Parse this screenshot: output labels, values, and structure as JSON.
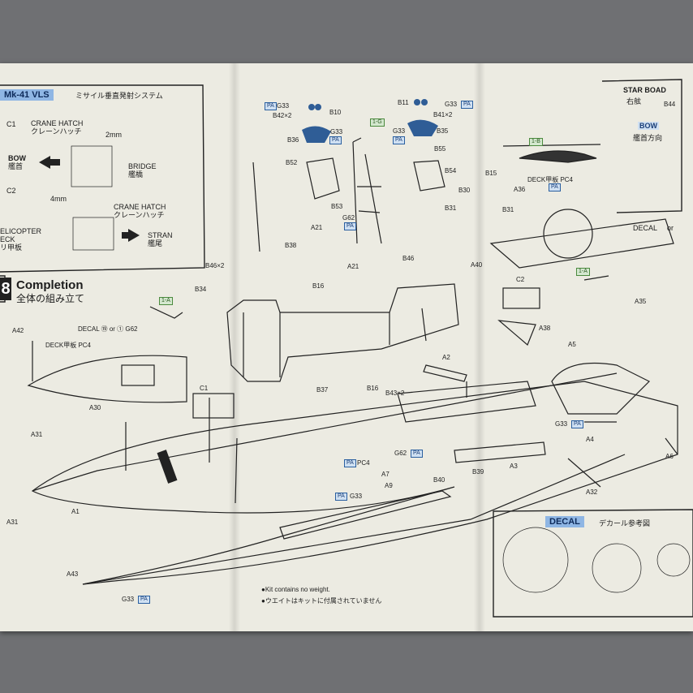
{
  "vls": {
    "title": "Mk-41 VLS",
    "title_jp": "ミサイル垂直発射システム",
    "c1": "C1",
    "crane_hatch": "CRANE HATCH",
    "crane_hatch_jp": "クレーンハッチ",
    "dim_2": "2mm",
    "bow": "BOW",
    "bow_jp": "艦首",
    "bridge": "BRIDGE",
    "bridge_jp": "艦橋",
    "c2": "C2",
    "dim_4": "4mm",
    "heli": "ELICOPTER",
    "deck": "ECK",
    "heli_jp": "リ甲板",
    "stern": "STRAN",
    "stern_jp": "艦尾"
  },
  "star": {
    "title": "STAR BOAD",
    "title_jp": "右舷",
    "b44": "B44",
    "bow": "BOW",
    "bow_dir_jp": "艦首方向"
  },
  "step": {
    "number": "8",
    "title": "Completion",
    "title_jp": "全体の組み立て"
  },
  "decal": {
    "title": "DECAL",
    "title_jp": "デカール参考図",
    "decal_or": "DECAL",
    "or": "or"
  },
  "notes": {
    "weight_en": "●Kit contains no weight.",
    "weight_jp": "●ウエイトはキットに付属されていません"
  },
  "parts": {
    "g33a": "G33",
    "b10": "B10",
    "b42": "B42×2",
    "b36": "B36",
    "g33b": "G33",
    "b52": "B52",
    "b53": "B53",
    "a21a": "A21",
    "g62a": "G62",
    "a21b": "A21",
    "b38": "B38",
    "b46a": "B46×2",
    "b16": "B16",
    "b34": "B34",
    "b11": "B11",
    "g33c": "G33",
    "b41": "B41×2",
    "g33d": "G33",
    "b35": "B35",
    "b55": "B55",
    "b54": "B54",
    "b15": "B15",
    "b30": "B30",
    "b31a": "B31",
    "b31b": "B31",
    "b46b": "B46",
    "a36": "A36",
    "deck_pc4a": "DECK甲板 PC4",
    "a40": "A40",
    "c2b": "C2",
    "a38": "A38",
    "a35": "A35",
    "a5": "A5",
    "a42": "A42",
    "decal_g62": "DECAL ⑲ or ① G62",
    "deck_pc4b": "DECK甲板 PC4",
    "a30": "A30",
    "a31a": "A31",
    "c1b": "C1",
    "b37": "B37",
    "b16b": "B16",
    "b43": "B43×2",
    "a2": "A2",
    "g33e": "G33",
    "a4": "A4",
    "a6": "A6",
    "pc4": "PC4",
    "g62b": "G62",
    "a7": "A7",
    "a9": "A9",
    "b40": "B40",
    "b39": "B39",
    "a3": "A3",
    "a32": "A32",
    "g33f": "G33",
    "a1": "A1",
    "a31b": "A31",
    "a43": "A43",
    "g33g": "G33",
    "x2": "×2",
    "dim": "2"
  },
  "colors": {
    "paper": "#ecebe2",
    "accent_blue": "#8fb6e4",
    "tag_blue": "#cfe0f2"
  }
}
